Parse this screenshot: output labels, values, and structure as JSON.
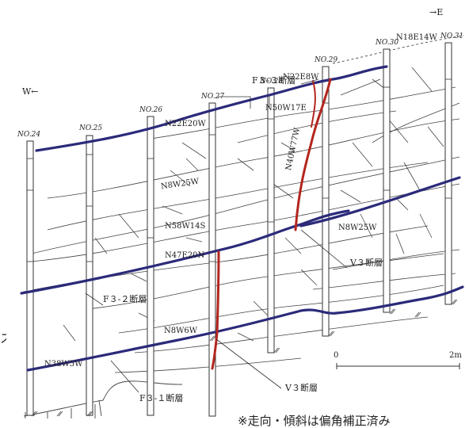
{
  "directions": {
    "west": "W←",
    "east": "→E"
  },
  "boreholes": [
    "NO.24",
    "NO.25",
    "NO.26",
    "NO.27",
    "NO.28",
    "NO.29",
    "NO.30",
    "NO.31"
  ],
  "attitudes": {
    "n18e14w": "N18E14W",
    "n22e8w": "N22E8W",
    "n50w17e": "N50W17E",
    "n22e20w": "N22E20W",
    "n8w25w_upper": "N8W25W",
    "n40w77w": "N40W77W",
    "n58w14s": "N58W14S",
    "n8w25w_right": "N8W25W",
    "n47e20n": "N47E20N",
    "n8w6w": "N8W6W",
    "n38w5w": "N38W5W"
  },
  "faults": {
    "f33": "F３-３断層",
    "f32": "F３-２断層",
    "f31": "F３-１断層",
    "v3_upper": "V３断層",
    "v3_lower": "V３断層"
  },
  "scale": {
    "start": "0",
    "end": "2m"
  },
  "left_edge_char": "ス",
  "note": "※走向・傾斜は偏角補正済み",
  "colors": {
    "bedding_fault": "#2b2a7a",
    "v3_fault": "#b3261e",
    "sketch_line": "#333333"
  }
}
